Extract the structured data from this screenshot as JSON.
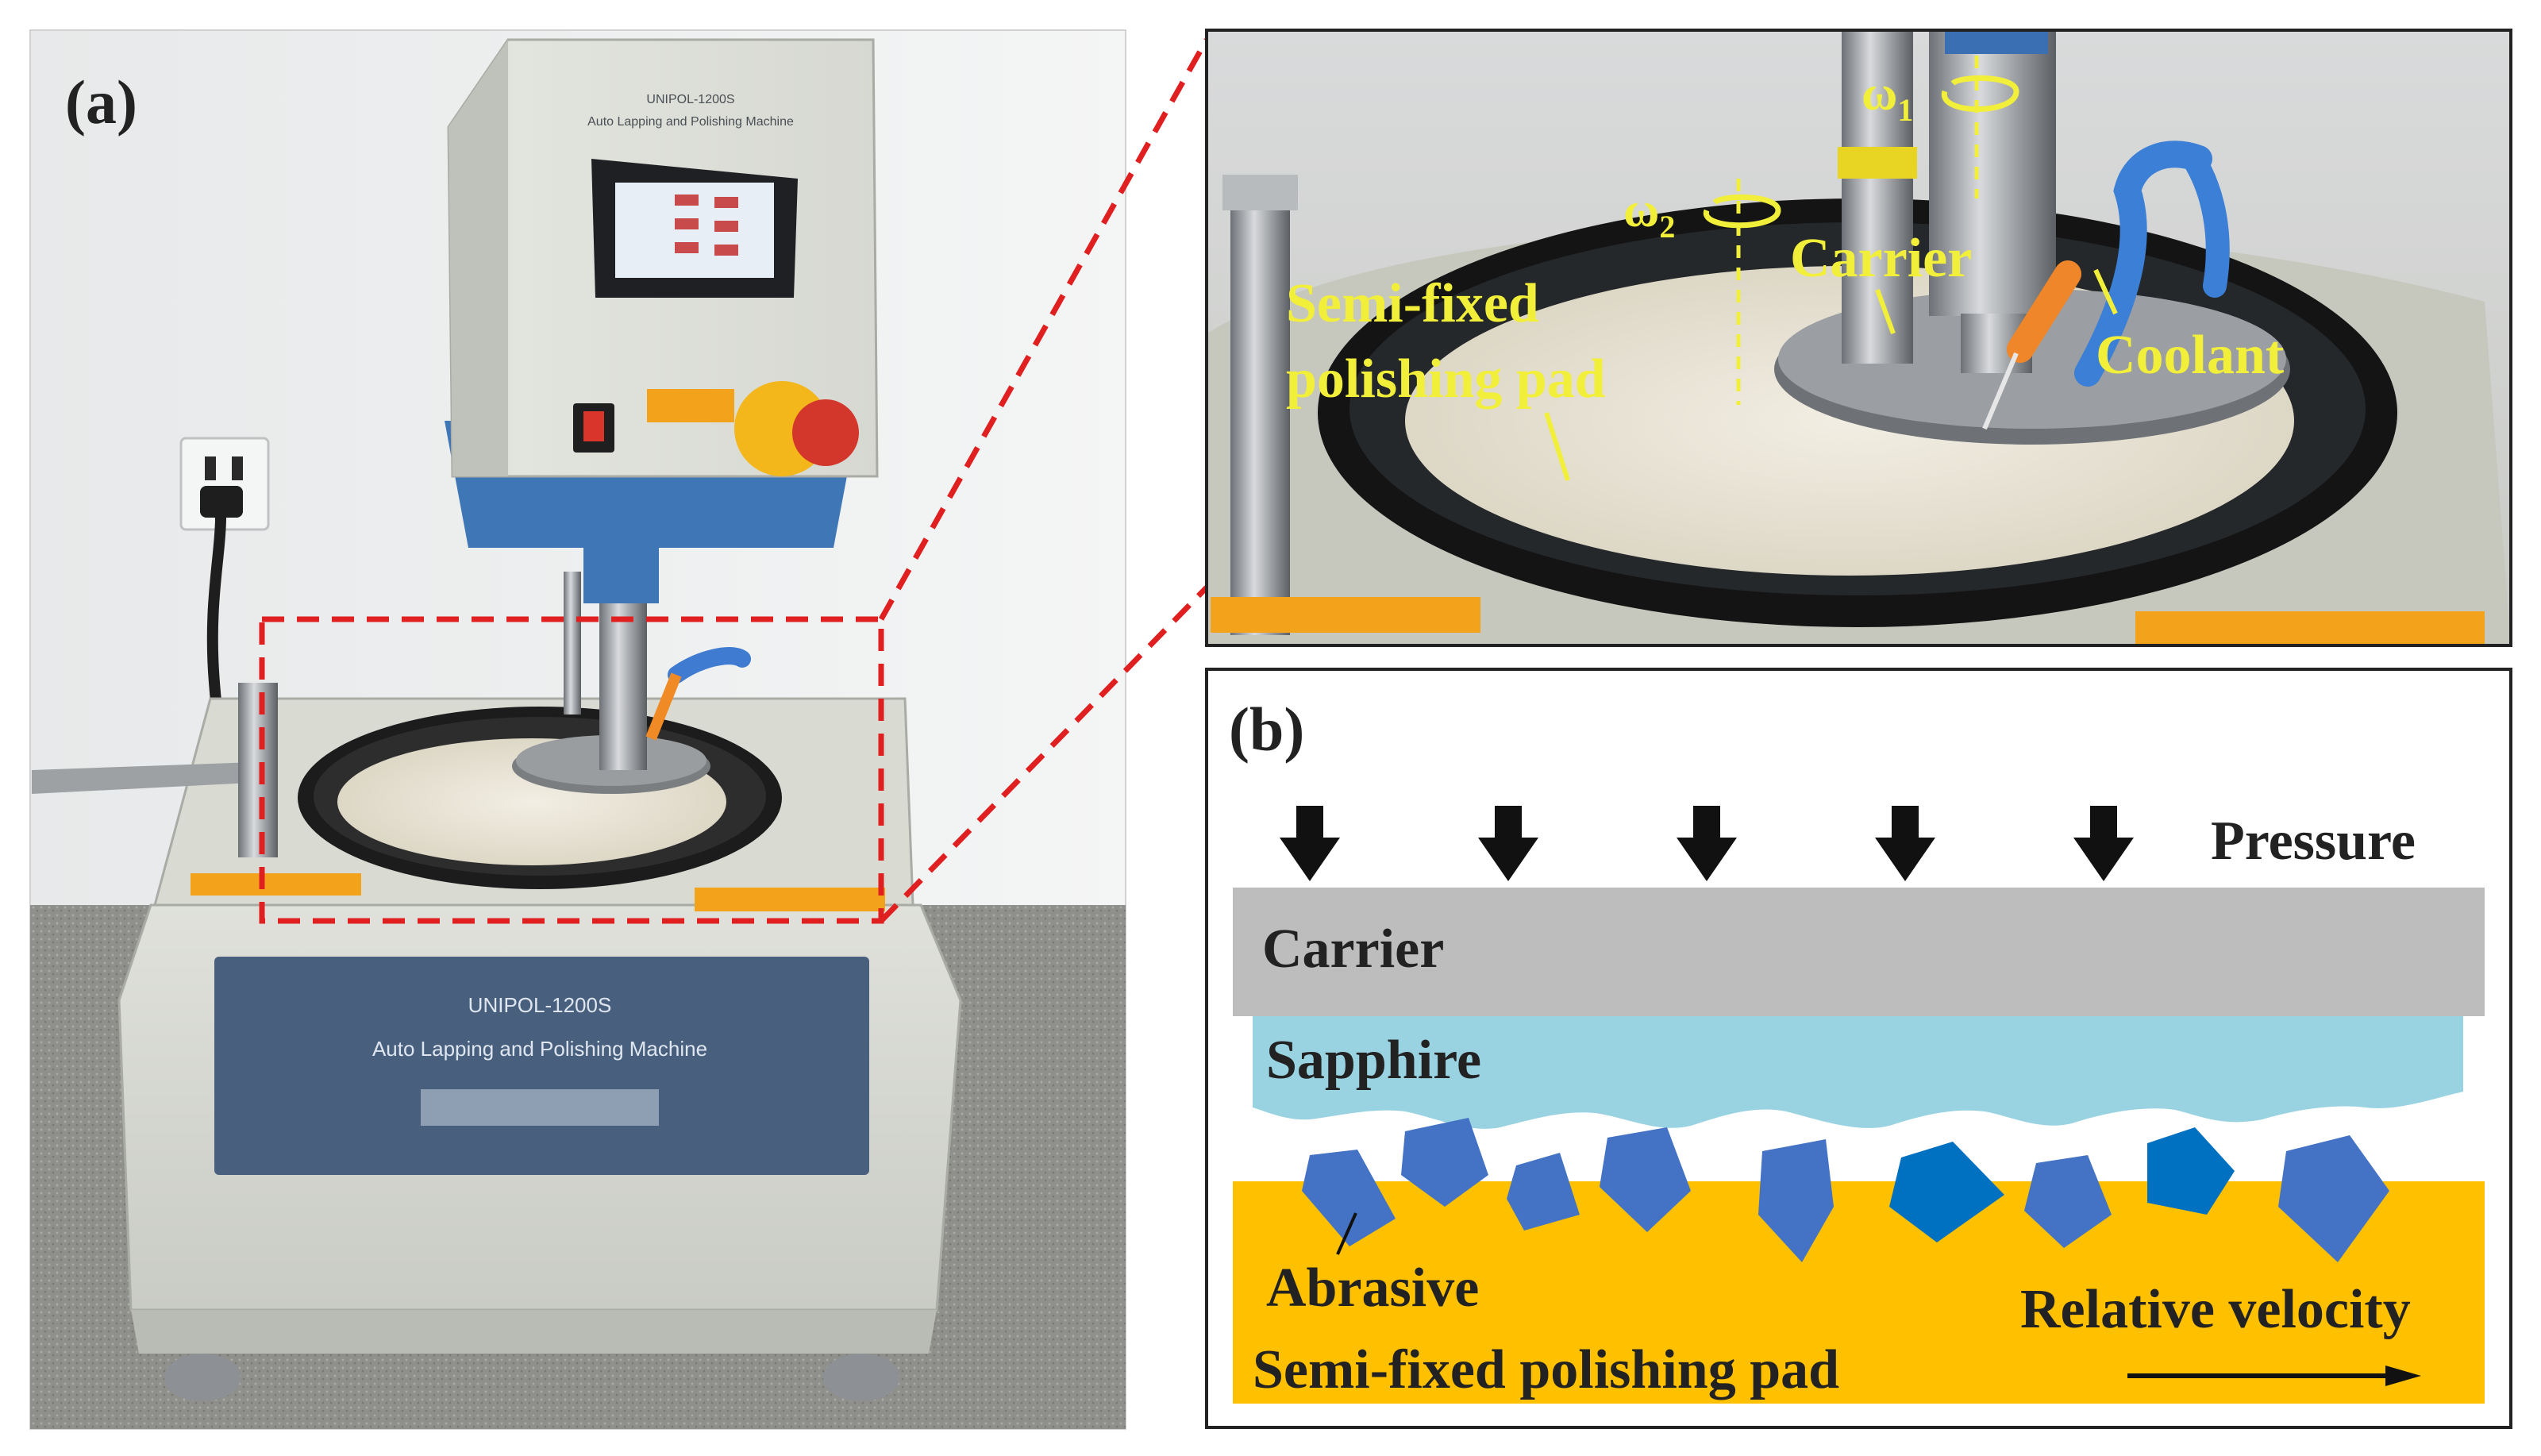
{
  "panel_a": {
    "label": "(a)",
    "screen_label": "UNIPOL-1200S",
    "screen_subtitle": "Auto Lapping and Polishing Machine",
    "base_label": "UNIPOL-1200S",
    "base_subtitle": "Auto Lapping and Polishing Machine"
  },
  "panel_zoom": {
    "omega1": "ω",
    "omega1_sub": "1",
    "omega2": "ω",
    "omega2_sub": "2",
    "carrier": "Carrier",
    "pad_line1": "Semi-fixed",
    "pad_line2": "polishing pad",
    "coolant": "Coolant"
  },
  "panel_b": {
    "label": "(b)",
    "pressure": "Pressure",
    "carrier": "Carrier",
    "sapphire": "Sapphire",
    "abrasive": "Abrasive",
    "pad": "Semi-fixed polishing pad",
    "velocity": "Relative velocity"
  },
  "colors": {
    "carrier_gray": "#bdbdbd",
    "sapphire_blue": "#99d3e2",
    "pad_yellow": "#ffc000",
    "abrasive_blue": "#4472c4",
    "label_yellow": "#f2ef3a",
    "zoom_dash_red": "#e02020"
  }
}
